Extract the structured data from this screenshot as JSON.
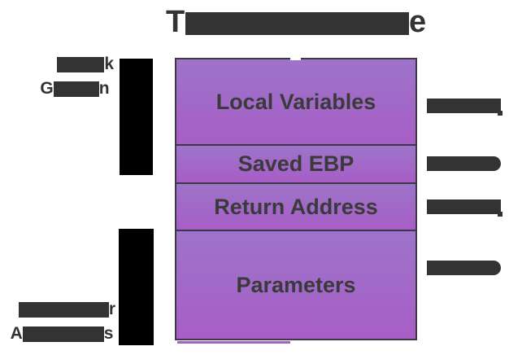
{
  "title": {
    "visible_prefix": "T",
    "visible_suffix": "e",
    "redacted": true
  },
  "labels": {
    "stack_growth": {
      "line1_suffix": "k",
      "line2_prefix": "G",
      "line2_suffix": "n"
    },
    "higher_addresses": {
      "line1_suffix": "r",
      "line2_prefix": "A",
      "line2_suffix": "s"
    }
  },
  "stack": {
    "sections": [
      {
        "label": "Local Variables"
      },
      {
        "label": "Saved EBP"
      },
      {
        "label": "Return Address"
      },
      {
        "label": "Parameters"
      }
    ]
  },
  "right_markers": {
    "count": 4,
    "style": "redacted-black-bars"
  },
  "colors": {
    "text_dark": "#333333",
    "redaction": "#333333",
    "arrow_black": "#000000",
    "box_border": "#3d3846",
    "section_gradient_top": "#9d74c9",
    "section_gradient_bottom": "#a75ec6",
    "bottom_artifact": "#a263c4",
    "background": "#ffffff"
  }
}
